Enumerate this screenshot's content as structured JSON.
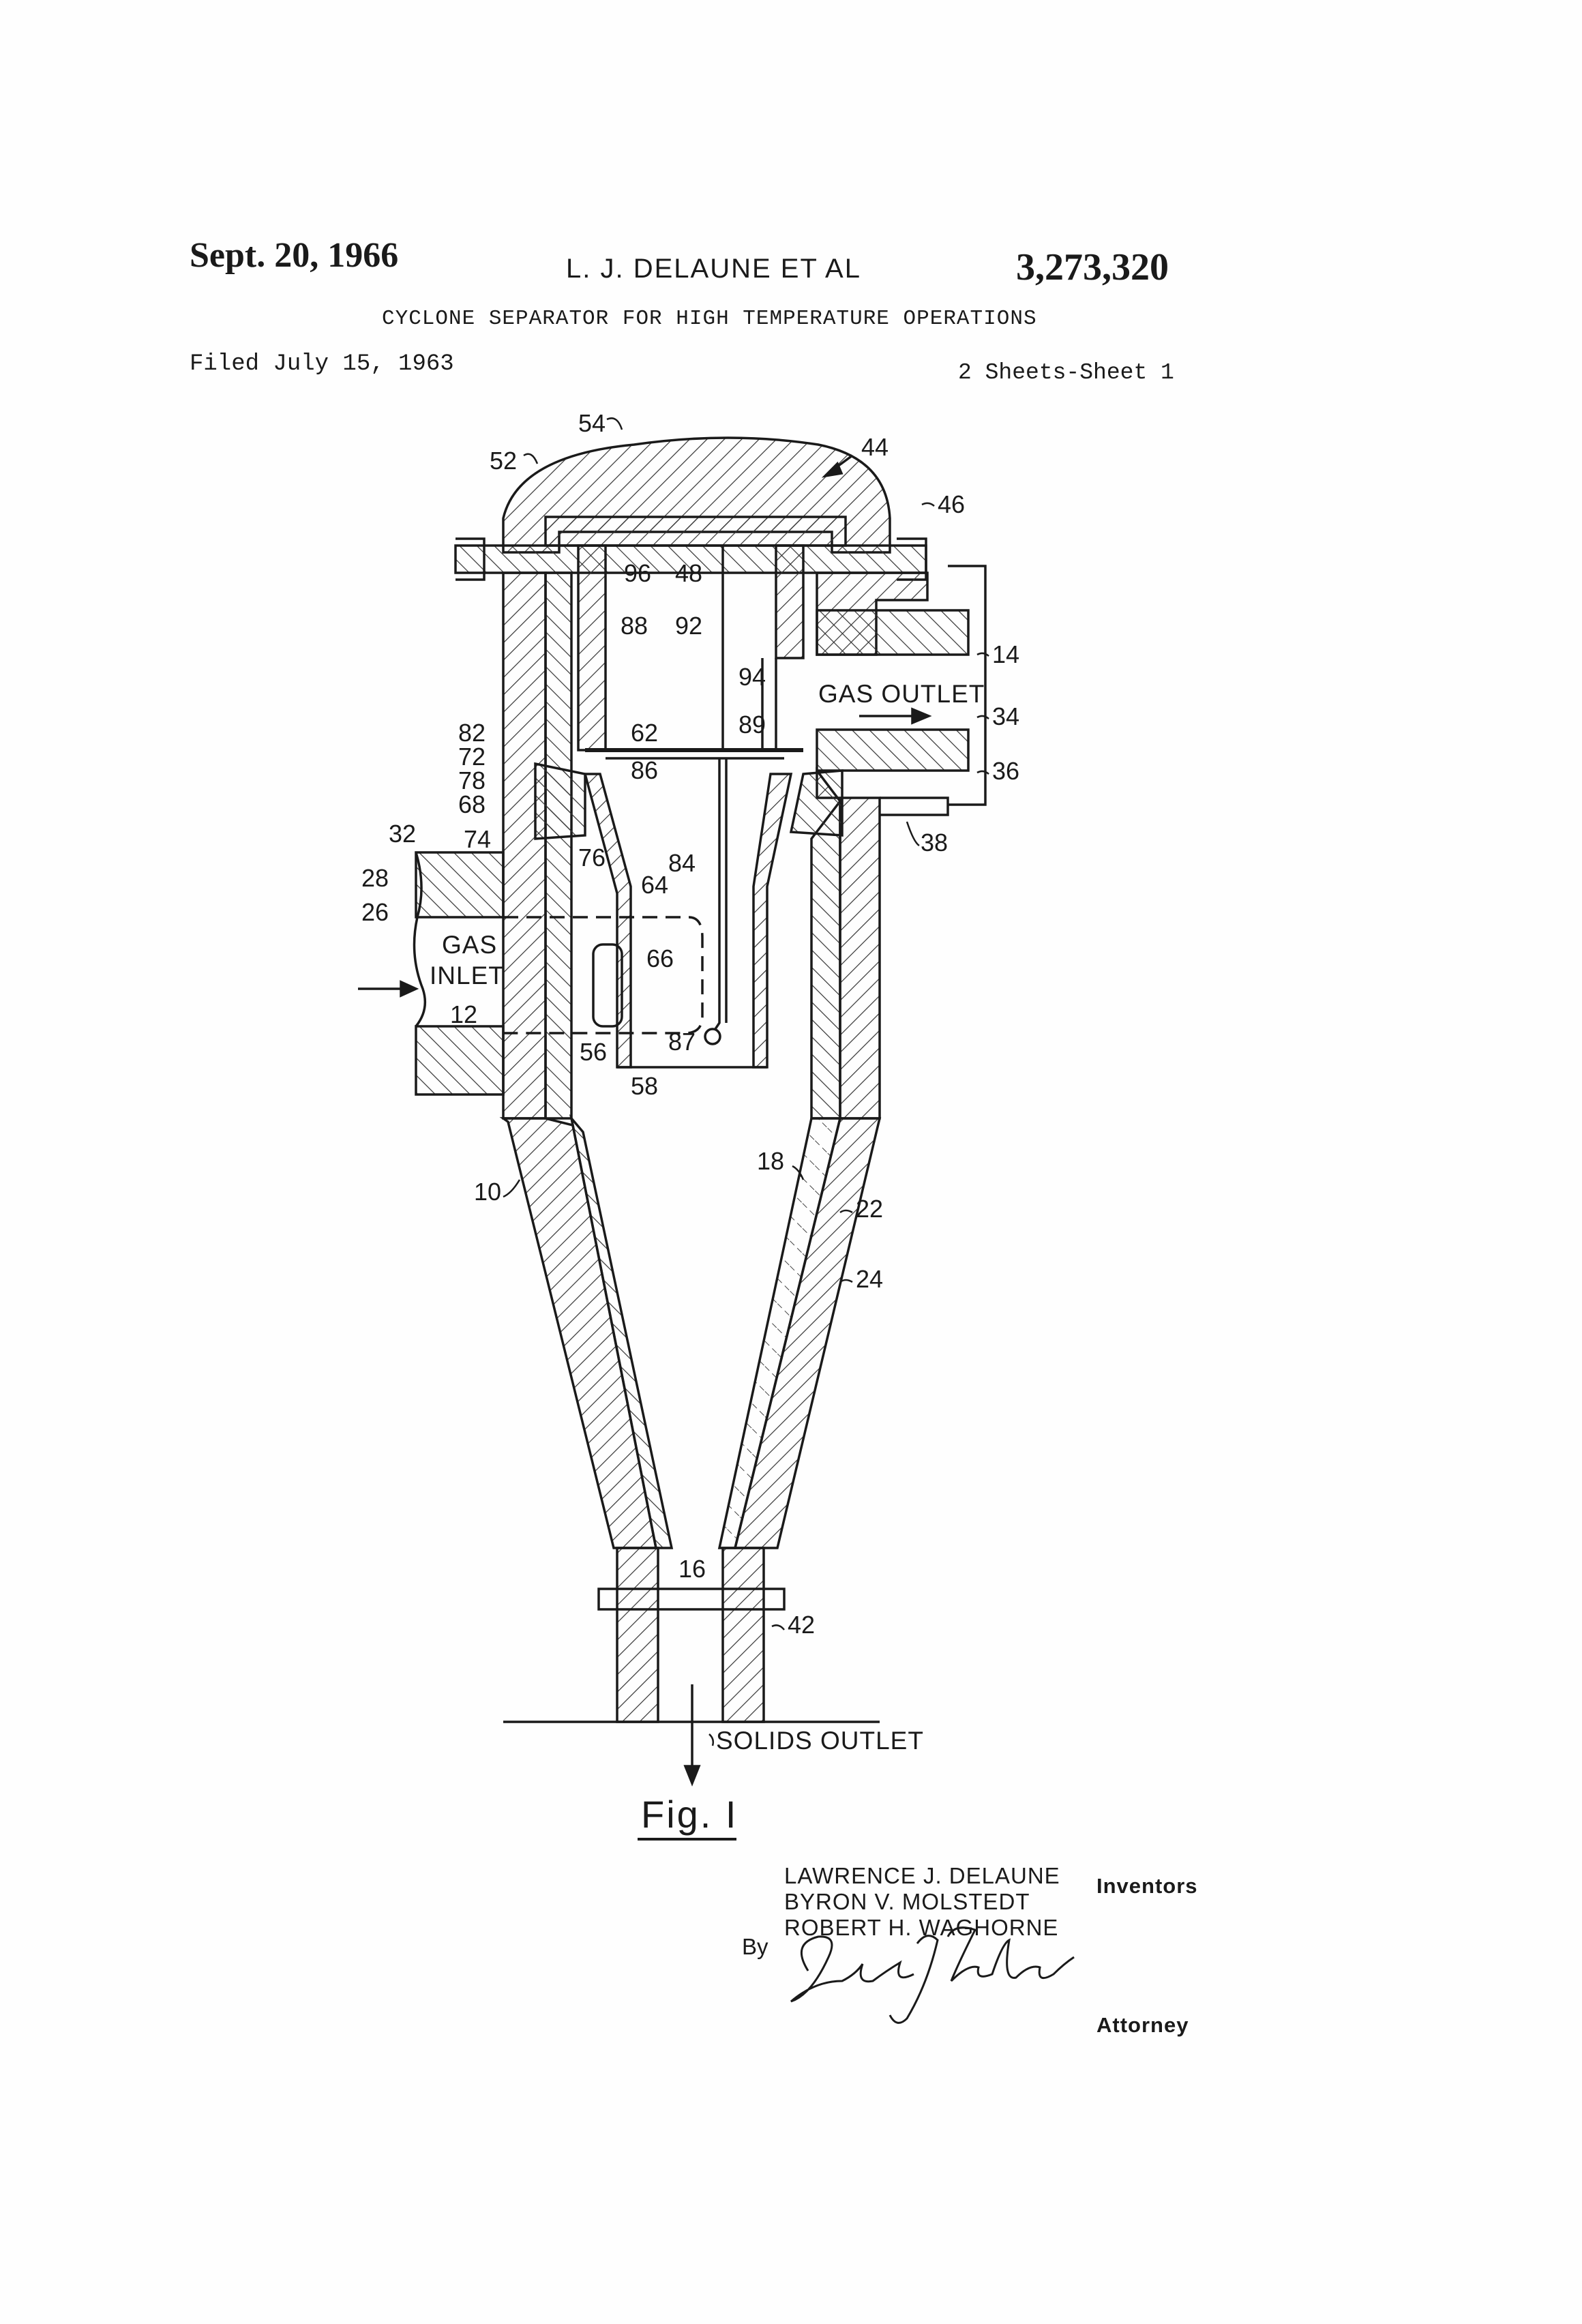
{
  "header": {
    "date": "Sept. 20, 1966",
    "inventor": "L. J. DELAUNE ET AL",
    "patent_number": "3,273,320",
    "title": "CYCLONE SEPARATOR FOR HIGH TEMPERATURE OPERATIONS",
    "filed": "Filed July 15, 1963",
    "sheets": "2 Sheets-Sheet 1"
  },
  "figure": {
    "caption": "Fig. I",
    "labels": {
      "gas_inlet_1": "GAS",
      "gas_inlet_2": "INLET",
      "gas_outlet": "GAS OUTLET",
      "solids_outlet": "SOLIDS OUTLET"
    },
    "refs": [
      "54",
      "52",
      "44",
      "46",
      "96",
      "48",
      "88",
      "92",
      "14",
      "94",
      "89",
      "34",
      "36",
      "38",
      "82",
      "72",
      "78",
      "68",
      "62",
      "86",
      "74",
      "32",
      "76",
      "84",
      "64",
      "28",
      "26",
      "66",
      "12",
      "56",
      "87",
      "58",
      "10",
      "18",
      "22",
      "24",
      "16",
      "42"
    ]
  },
  "signature_block": {
    "names": [
      "LAWRENCE J. DELAUNE",
      "BYRON V. MOLSTEDT",
      "ROBERT H. WAGHORNE"
    ],
    "by": "By",
    "signature": "George J Gilham",
    "inventors_label": "Inventors",
    "attorney_label": "Attorney"
  }
}
